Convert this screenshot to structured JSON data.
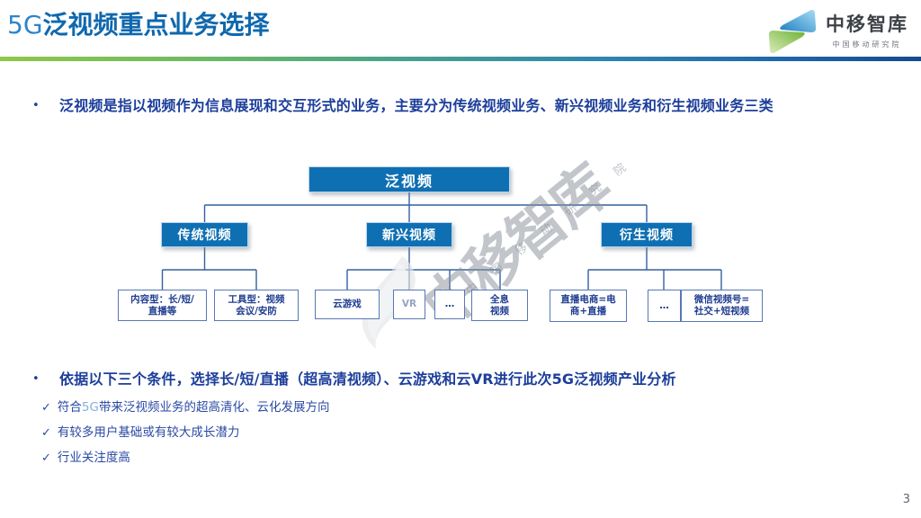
{
  "header": {
    "title_accent": "5G",
    "title_rest": "泛视频重点业务选择",
    "logo": {
      "name": "中移智库",
      "subtitle": "中国移动研究院"
    }
  },
  "bullets": {
    "marker": "•",
    "item1": "泛视频是指以视频作为信息展现和交互形式的业务，主要分为传统视频业务、新兴视频业务和衍生视频业务三类",
    "item2": "依据以下三个条件，选择长/短/直播（超高清视频）、云游戏和云VR进行此次5G泛视频产业分析"
  },
  "diagram": {
    "root": "泛视频",
    "groups": [
      {
        "label": "传统视频",
        "children": [
          "内容型：长/短/\n直播等",
          "工具型：视频\n会议/安防"
        ]
      },
      {
        "label": "新兴视频",
        "children": [
          "云游戏",
          "VR",
          "…",
          "全息\n视频"
        ]
      },
      {
        "label": "衍生视频",
        "children": [
          "直播电商=电\n商+直播",
          "…",
          "微信视频号=\n社交+短视频"
        ]
      }
    ]
  },
  "checklist": {
    "check": "✓",
    "item1": {
      "prefix": "符合",
      "accent": "5G",
      "suffix": "带来泛视频业务的超高清化、云化发展方向"
    },
    "item2": "有较多用户基础或有较大成长潜力",
    "item3": "行业关注度高"
  },
  "watermark": {
    "main": "中移智库",
    "sub": "中 国 移 动 研 究 院"
  },
  "footer": {
    "page_number": "3"
  },
  "colors": {
    "brand_blue": "#0f6fb3",
    "brand_green": "#8fc848",
    "title_blue": "#0f68ae",
    "body_text_blue": "#1c3e9b",
    "leaf_border_blue": "#5878b6",
    "accent_light_blue": "#85aede"
  }
}
